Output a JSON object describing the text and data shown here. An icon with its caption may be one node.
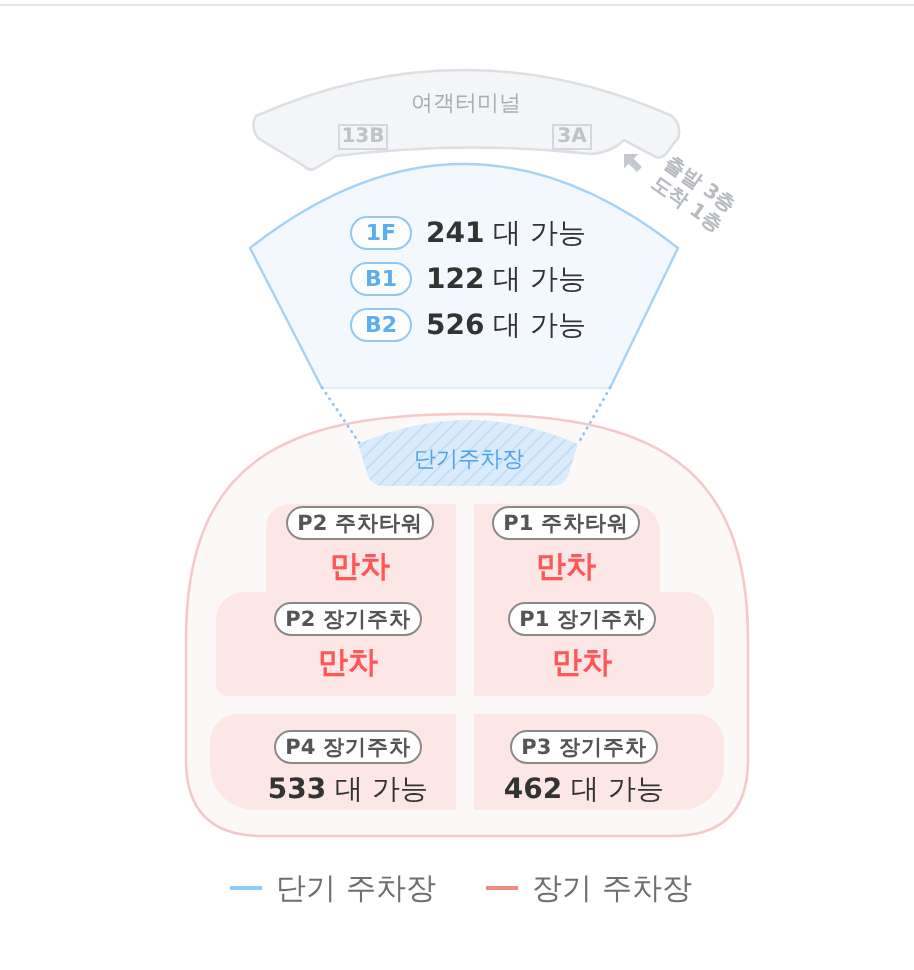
{
  "diagram": {
    "nodes": [
      {
        "text": [
          "여객터미널"
        ],
        "beside": [
          "출발 3층 도착 1층"
        ]
      },
      {
        "text": [
          "13B"
        ],
        "in": 0
      },
      {
        "text": [
          "3A"
        ],
        "in": 0
      },
      {
        "text": [],
        "shape": "sector"
      },
      {
        "text": [
          "1F"
        ],
        "beside": [
          "**241** 대 가능"
        ],
        "in": 3
      },
      {
        "text": [
          "B1"
        ],
        "beside": [
          "**122** 대 가능"
        ],
        "in": 3
      },
      {
        "text": [
          "B2"
        ],
        "beside": [
          "**526** 대 가능"
        ],
        "in": 3
      },
      {
        "text": [],
        "shape": "dome"
      },
      {
        "text": [
          "단기주차장"
        ],
        "in": 7
      },
      {
        "text": [
          "P2 주차타워",
          "만차"
        ],
        "in": 7
      },
      {
        "text": [
          "P1 주차타워",
          "만차"
        ],
        "in": 7
      },
      {
        "text": [
          "P2 장기주차",
          "만차"
        ],
        "in": 7
      },
      {
        "text": [
          "P1 장기주차",
          "만차"
        ],
        "in": 7
      },
      {
        "text": [
          "P4 장기주차",
          "**533** 대 가능"
        ],
        "in": 7
      },
      {
        "text": [
          "P3 장기주차",
          "**462** 대 가능"
        ],
        "in": 7
      }
    ],
    "edges": [
      {
        "from": 3,
        "to": 8,
        "arrow": "none",
        "style": "dashed"
      },
      {
        "from": 3,
        "to": 8,
        "arrow": "none",
        "style": "dashed"
      }
    ],
    "legend": [
      {
        "text": "단기 주차장"
      },
      {
        "text": "장기 주차장"
      }
    ]
  }
}
